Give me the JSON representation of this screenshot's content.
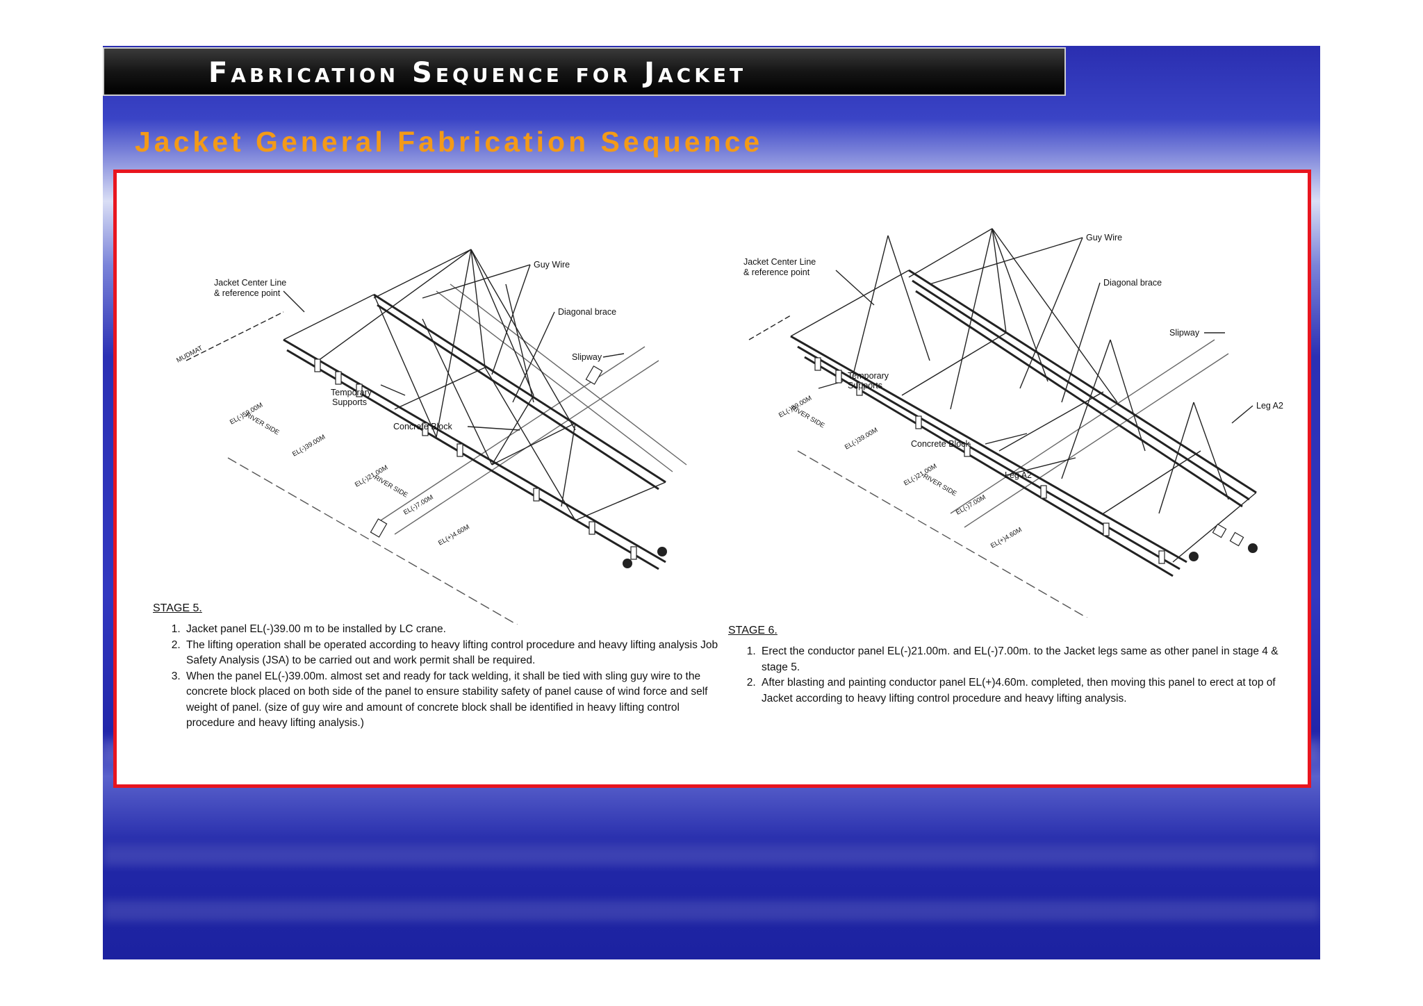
{
  "header": {
    "title": "Fabrication Sequence for Jacket"
  },
  "subtitle": "Jacket General Fabrication Sequence",
  "stage5": {
    "heading": "STAGE 5.",
    "items": [
      "Jacket panel EL(-)39.00 m to be installed by LC crane.",
      "The lifting operation shall be operated according to heavy lifting control procedure and heavy lifting analysis Job Safety Analysis (JSA) to be carried out and work permit shall be required.",
      "When the panel EL(-)39.00m. almost set and ready for tack welding, it shall be tied with sling guy wire to the concrete block placed on both side of the panel to ensure stability safety of panel cause of wind force and self weight of panel. (size  of guy wire and amount of concrete block shall be identified in heavy lifting control procedure and heavy lifting analysis.)"
    ],
    "labels": {
      "guy_wire": "Guy Wire",
      "center_line_1": "Jacket Center Line",
      "center_line_2": "& reference point",
      "diagonal_brace": "Diagonal brace",
      "slipway": "Slipway",
      "temp_supports_1": "Temporary",
      "temp_supports_2": "Supports",
      "concrete_block": "Concrete Block",
      "mudmat": "MUDMAT",
      "el_159": "EL(-)59.00M",
      "el_139": "EL(-)39.00M",
      "el_121": "EL(-)21.00M",
      "el_107": "EL(-)7.00M",
      "el_46": "EL(+)4.60M",
      "river_side": "RIVER SIDE"
    }
  },
  "stage6": {
    "heading": "STAGE 6.",
    "items": [
      "Erect the conductor panel EL(-)21.00m. and EL(-)7.00m. to the Jacket legs same as other panel in stage 4 & stage 5.",
      "After blasting and painting conductor panel EL(+)4.60m. completed, then moving this panel to erect at top of Jacket according to heavy lifting control procedure and heavy lifting analysis."
    ],
    "labels": {
      "guy_wire": "Guy Wire",
      "center_line_1": "Jacket Center Line",
      "center_line_2": "& reference point",
      "diagonal_brace": "Diagonal brace",
      "slipway": "Slipway",
      "leg_a2": "Leg A2",
      "leg_a2_lower": "Leg A2",
      "temp_supports_1": "Temporary",
      "temp_supports_2": "Supports",
      "concrete_block": "Concrete Block",
      "el_159": "EL(-)59.00M",
      "el_139": "EL(-)39.00M",
      "el_121": "EL(-)21.00M",
      "el_107": "EL(-)7.00M",
      "el_46": "EL(+)4.60M",
      "river_side": "RIVER SIDE"
    }
  }
}
